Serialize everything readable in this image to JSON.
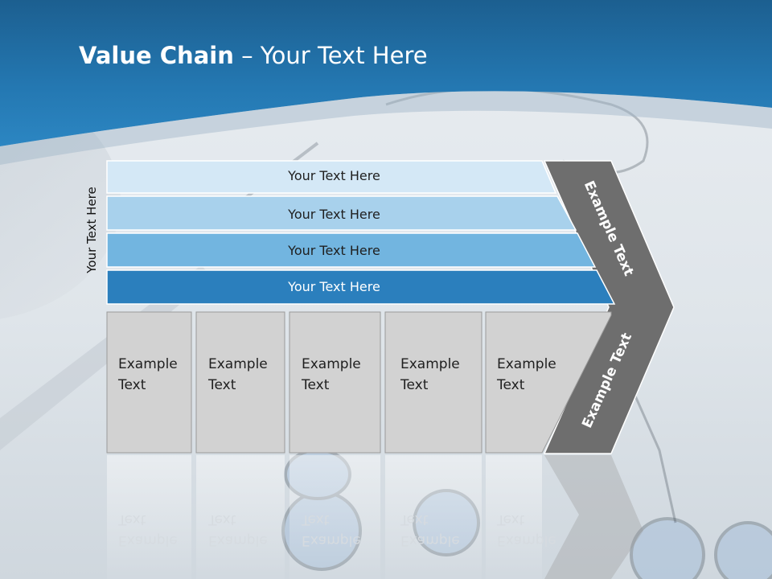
{
  "slide": {
    "title_bold": "Value Chain",
    "title_rest": " – Your Text Here",
    "side_label": "Your Text Here",
    "support_rows": [
      {
        "label": "Your Text Here",
        "color": "#d4e8f6"
      },
      {
        "label": "Your Text Here",
        "color": "#a8d1ec"
      },
      {
        "label": "Your Text Here",
        "color": "#72b5e0"
      },
      {
        "label": "Your Text Here",
        "color": "#2b7fbd"
      }
    ],
    "primary_boxes": [
      {
        "line1": "Example",
        "line2": "Text"
      },
      {
        "line1": "Example",
        "line2": "Text"
      },
      {
        "line1": "Example",
        "line2": "Text"
      },
      {
        "line1": "Example",
        "line2": "Text"
      },
      {
        "line1": "Example",
        "line2": "Text"
      }
    ],
    "arrow_upper_label": "Example Text",
    "arrow_lower_label": "Example Text",
    "colors": {
      "header_blue": "#1f6fa8",
      "arrow_gray": "#6e6e6e",
      "box_gray": "#d2d2d2"
    }
  }
}
